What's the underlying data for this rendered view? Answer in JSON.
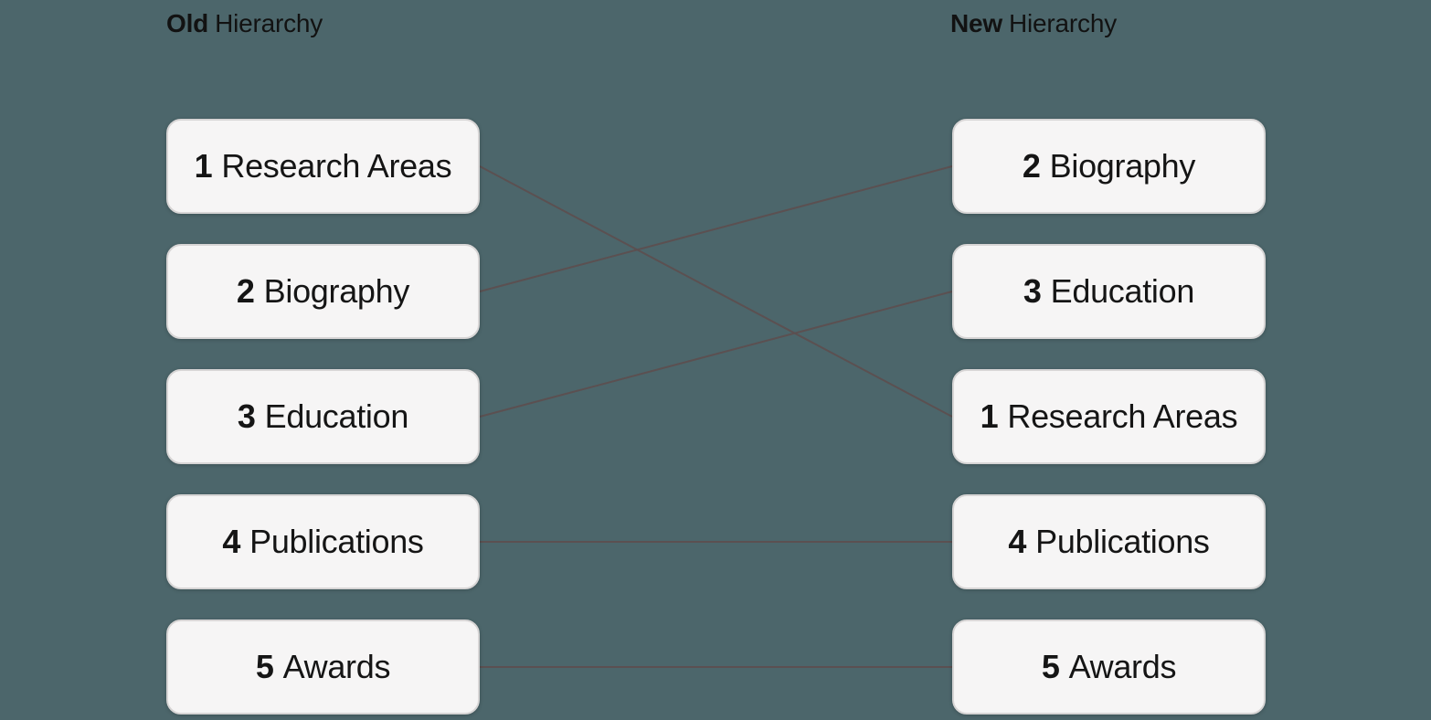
{
  "titles": {
    "old": {
      "bold": "Old",
      "rest": "Hierarchy"
    },
    "new": {
      "bold": "New",
      "rest": "Hierarchy"
    }
  },
  "old_hierarchy": {
    "items": [
      {
        "number": "1",
        "label": "Research Areas"
      },
      {
        "number": "2",
        "label": "Biography"
      },
      {
        "number": "3",
        "label": "Education"
      },
      {
        "number": "4",
        "label": "Publications"
      },
      {
        "number": "5",
        "label": "Awards"
      }
    ]
  },
  "new_hierarchy": {
    "items": [
      {
        "number": "2",
        "label": "Biography"
      },
      {
        "number": "3",
        "label": "Education"
      },
      {
        "number": "1",
        "label": "Research Areas"
      },
      {
        "number": "4",
        "label": "Publications"
      },
      {
        "number": "5",
        "label": "Awards"
      }
    ]
  },
  "connections": [
    {
      "from_old": 0,
      "to_new": 2
    },
    {
      "from_old": 1,
      "to_new": 0
    },
    {
      "from_old": 2,
      "to_new": 1
    },
    {
      "from_old": 3,
      "to_new": 3
    },
    {
      "from_old": 4,
      "to_new": 4
    }
  ],
  "styles": {
    "background_color": "#4C666B",
    "box_fill": "#F6F5F5",
    "box_border": "#D7D5D5",
    "text_color": "#151515",
    "connector_color": "#5C4F50"
  }
}
